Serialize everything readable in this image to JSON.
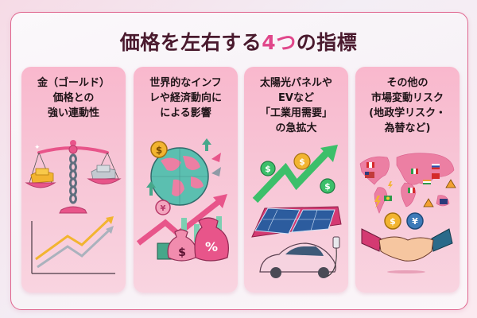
{
  "title": {
    "prefix": "価格を左右する",
    "accent": "4つ",
    "suffix": "の指標",
    "accent_color": "#e0468a",
    "text_color": "#4a1a2e"
  },
  "cards": [
    {
      "title": "金（ゴールド）\n価格との\n強い連動性",
      "illustration": [
        "balance-scale-icon",
        "gold-bars-icon",
        "silver-bars-icon",
        "chain-icon",
        "dual-rising-line-chart-icon"
      ]
    },
    {
      "title": "世界的なインフ\nレや経済動向に\nによる影響",
      "illustration": [
        "globe-icon",
        "dollar-coin-icon",
        "yen-coin-icon",
        "up-arrows-icon",
        "rising-arrow-icon",
        "money-bag-dollar-icon",
        "money-bag-percent-icon",
        "banknote-icon"
      ],
      "coin_labels": [
        "$",
        "¥",
        "$",
        "%"
      ]
    },
    {
      "title": "太陽光パネルや\nEVなど\n「工業用需要」\nの急拡大",
      "illustration": [
        "solar-panel-icon",
        "green-rising-arrow-icon",
        "dollar-coin-icon",
        "electric-car-icon",
        "charging-station-icon"
      ],
      "coin_labels": [
        "$",
        "$",
        "$"
      ]
    },
    {
      "title": "その他の\n市場変動リスク\n(地政学リスク・\n為替など)",
      "illustration": [
        "world-map-icon",
        "flag-icons",
        "warning-icon",
        "lightning-icon",
        "dollar-coin-icon",
        "yen-coin-icon",
        "handshake-icon"
      ],
      "coin_labels": [
        "$",
        "¥"
      ]
    }
  ],
  "colors": {
    "card_bg": "#f9b8cd",
    "frame_border": "#e0668f",
    "gold": "#f2b430",
    "silver": "#b9c0c8",
    "teal": "#3aa88a",
    "green": "#3cbf6a",
    "pink": "#e8558a"
  }
}
